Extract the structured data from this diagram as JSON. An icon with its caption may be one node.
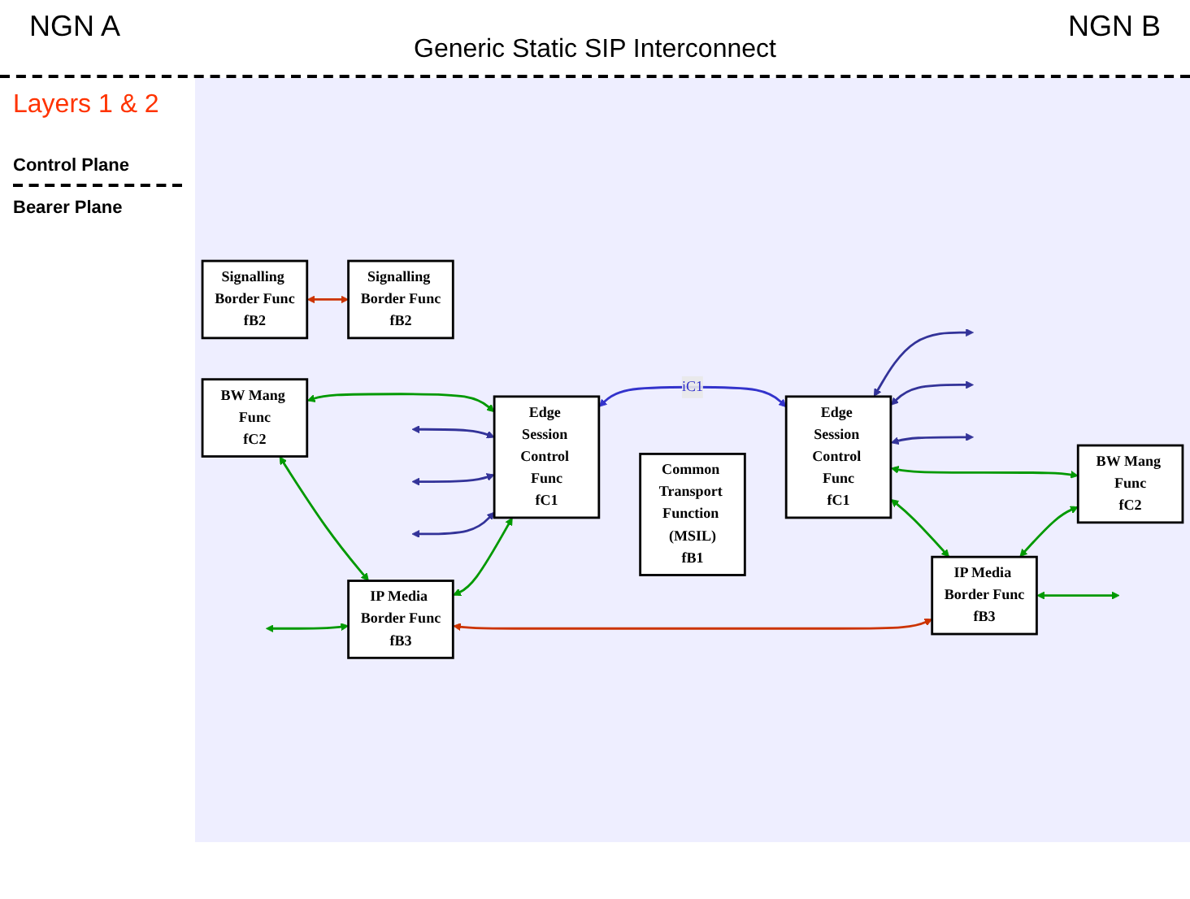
{
  "diagram": {
    "title": "Generic Static SIP Interconnect",
    "nodes": [
      {
        "text": [
          "Edge Session Control Func",
          "fC1"
        ]
      },
      {
        "text": [
          "BW Mang Func",
          "fC2"
        ]
      },
      {
        "text": [
          "Edge Session Control Func",
          "fC1"
        ]
      },
      {
        "text": [
          "BW Mang Func",
          "fC2"
        ]
      },
      {
        "text": [
          "Common Transport Function (MSIL)",
          "fB1"
        ]
      },
      {
        "text": [
          "Signalling Border Func",
          "fB2"
        ]
      },
      {
        "text": [
          "IP Media Border Func",
          "fB3"
        ]
      },
      {
        "text": [
          "Signalling Border Func",
          "fB2"
        ]
      },
      {
        "text": [
          "IP Media Border Func",
          "fB3"
        ]
      }
    ],
    "edges": [
      {
        "from": 0,
        "to": null,
        "arrow": "both",
        "color": "#333399"
      },
      {
        "from": 0,
        "to": null,
        "arrow": "both",
        "color": "#333399"
      },
      {
        "from": 0,
        "to": null,
        "arrow": "both",
        "color": "#333399"
      },
      {
        "from": 2,
        "to": null,
        "arrow": "both",
        "color": "#333399"
      },
      {
        "from": 2,
        "to": null,
        "arrow": "both",
        "color": "#333399"
      },
      {
        "from": 2,
        "to": null,
        "arrow": "both",
        "color": "#333399"
      },
      {
        "from": 0,
        "to": 1,
        "arrow": "both"
      },
      {
        "from": 0,
        "to": 2,
        "arrow": "both",
        "label": "iC1",
        "color": "#3333cc"
      },
      {
        "from": 0,
        "to": 6,
        "arrow": "both"
      },
      {
        "from": 1,
        "to": 6,
        "arrow": "both"
      },
      {
        "from": 6,
        "to": null,
        "arrow": "both"
      },
      {
        "from": 5,
        "to": 7,
        "arrow": "both",
        "color": "#cc3300"
      },
      {
        "from": 6,
        "to": 8,
        "arrow": "both",
        "color": "#cc3300"
      },
      {
        "from": 2,
        "to": 3,
        "arrow": "both"
      },
      {
        "from": 2,
        "to": 8,
        "arrow": "both"
      },
      {
        "from": 3,
        "to": 8,
        "arrow": "both"
      },
      {
        "from": 8,
        "to": null,
        "arrow": "both"
      }
    ],
    "labels": [
      "NGN A",
      "NGN B",
      "Layers 1 & 2",
      "Control Plane",
      "Bearer Plane"
    ]
  }
}
